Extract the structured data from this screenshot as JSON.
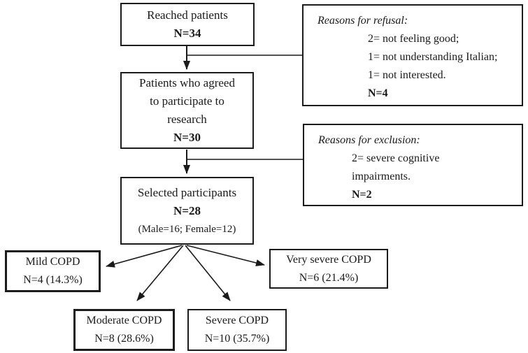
{
  "flowchart": {
    "reached": {
      "line1": "Reached patients",
      "n": "N=34"
    },
    "agreed": {
      "lines": [
        "Patients who agreed",
        "to participate to",
        "research"
      ],
      "n": "N=30"
    },
    "selected": {
      "line1": "Selected participants",
      "n": "N=28",
      "detail": "(Male=16; Female=12)"
    },
    "refusal": {
      "title": "Reasons for refusal:",
      "items": [
        "2= not feeling good;",
        "1= not understanding Italian;",
        "1= not interested."
      ],
      "n": "N=4"
    },
    "exclusion": {
      "title": "Reasons for exclusion:",
      "items": [
        "2= severe cognitive impairments."
      ],
      "n": "N=2"
    },
    "outcomes": [
      {
        "label": "Mild COPD",
        "n": "N=4 (14.3%)"
      },
      {
        "label": "Moderate COPD",
        "n": "N=8 (28.6%)"
      },
      {
        "label": "Severe COPD",
        "n": "N=10 (35.7%)"
      },
      {
        "label": "Very severe COPD",
        "n": "N=6 (21.4%)"
      }
    ]
  }
}
